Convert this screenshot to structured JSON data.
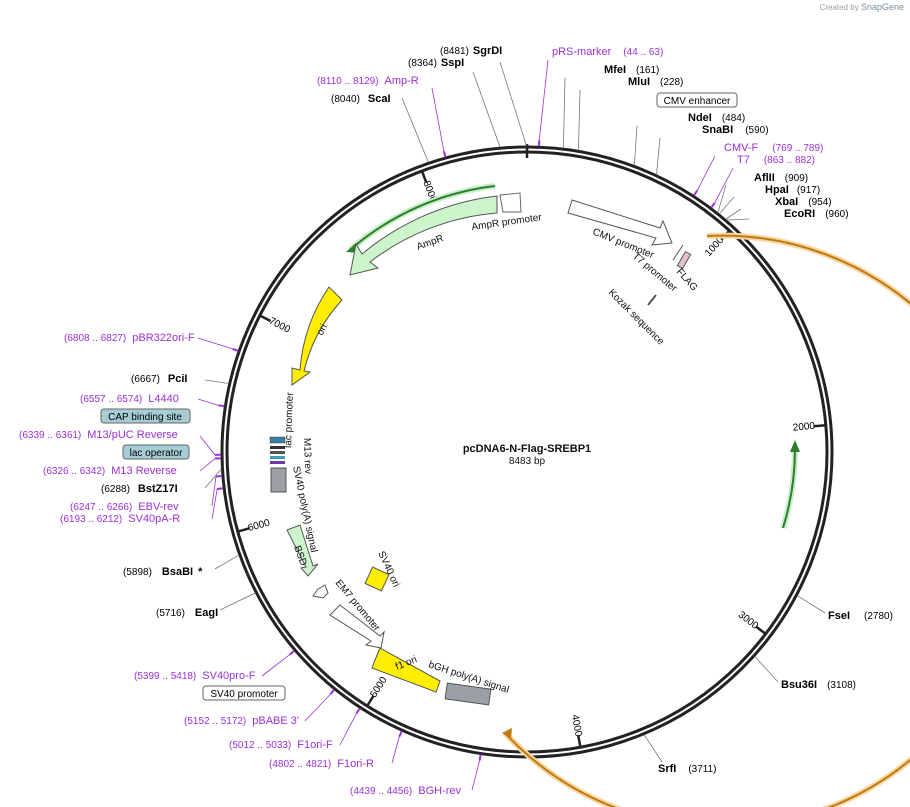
{
  "brand": {
    "created_by": "Created by",
    "app": "SnapGene"
  },
  "plasmid": {
    "name": "pcDNA6-N-Flag-SREBP1",
    "length_label": "8483 bp"
  },
  "ticks": [
    "1000",
    "2000",
    "3000",
    "4000",
    "5000",
    "6000",
    "7000",
    "8000"
  ],
  "sites": [
    {
      "pos": "(8481)",
      "name": "SgrDI"
    },
    {
      "pos": "(8364)",
      "name": "SspI"
    },
    {
      "pos": "(161)",
      "name": "MfeI"
    },
    {
      "pos": "(228)",
      "name": "MluI"
    },
    {
      "pos": "(484)",
      "name": "NdeI"
    },
    {
      "pos": "(590)",
      "name": "SnaBI"
    },
    {
      "pos": "(909)",
      "name": "AflII"
    },
    {
      "pos": "(917)",
      "name": "HpaI"
    },
    {
      "pos": "(954)",
      "name": "XbaI"
    },
    {
      "pos": "(960)",
      "name": "EcoRI"
    },
    {
      "pos": "(2780)",
      "name": "FseI"
    },
    {
      "pos": "(3108)",
      "name": "Bsu36I"
    },
    {
      "pos": "(3711)",
      "name": "SrfI"
    },
    {
      "pos": "(5716)",
      "name": "EagI"
    },
    {
      "pos": "(5898)",
      "name": "BsaBI",
      "mark": "*"
    },
    {
      "pos": "(6288)",
      "name": "BstZ17I"
    },
    {
      "pos": "(6667)",
      "name": "PciI"
    },
    {
      "pos": "(8040)",
      "name": "ScaI"
    }
  ],
  "primers": [
    {
      "name": "pRS-marker",
      "pos": "(44 .. 63)"
    },
    {
      "name": "CMV-F",
      "pos": "(769 .. 789)"
    },
    {
      "name": "T7",
      "pos": "(863 .. 882)"
    },
    {
      "name": "Amp-R",
      "pos": "(8110 .. 8129)"
    },
    {
      "name": "pBR322ori-F",
      "pos": "(6808 .. 6827)"
    },
    {
      "name": "L4440",
      "pos": "(6557 .. 6574)"
    },
    {
      "name": "M13/pUC Reverse",
      "pos": "(6339 .. 6361)"
    },
    {
      "name": "M13 Reverse",
      "pos": "(6326 .. 6342)"
    },
    {
      "name": "EBV-rev",
      "pos": "(6247 .. 6266)"
    },
    {
      "name": "SV40pA-R",
      "pos": "(6193 .. 6212)"
    },
    {
      "name": "SV40pro-F",
      "pos": "(5399 .. 5418)"
    },
    {
      "name": "pBABE 3'",
      "pos": "(5152 .. 5172)"
    },
    {
      "name": "F1ori-F",
      "pos": "(5012 .. 5033)"
    },
    {
      "name": "F1ori-R",
      "pos": "(4802 .. 4821)"
    },
    {
      "name": "BGH-rev",
      "pos": "(4439 .. 4456)"
    }
  ],
  "boxed_features": [
    "CMV enhancer",
    "CAP binding site",
    "lac operator",
    "SV40 promoter"
  ],
  "feature_labels": {
    "ampr_promoter": "AmpR promoter",
    "ampr": "AmpR",
    "ori": "ori",
    "lac_promoter": "lac promoter",
    "m13_rev": "M13 rev",
    "sv40_polya": "SV40 poly(A) signal",
    "bsd": "BSD",
    "em7": "EM7 promoter",
    "sv40_ori": "SV40 ori",
    "f1_ori": "f1 ori",
    "bgh_polya": "bGH poly(A) signal",
    "cmv_promoter": "CMV promoter",
    "t7_promoter": "T7 promoter",
    "flag": "FLAG",
    "kozak": "Kozak sequence"
  },
  "colors": {
    "backbone": "#222222",
    "primer": "#9b30d9",
    "promoter": "#ffffff",
    "ampr": "#ccf5cc",
    "ori": "#ffee00",
    "insert": "#f2a33a",
    "green_arrow": "#2e9e2e",
    "boxed_blue": "#a6ccd6"
  }
}
